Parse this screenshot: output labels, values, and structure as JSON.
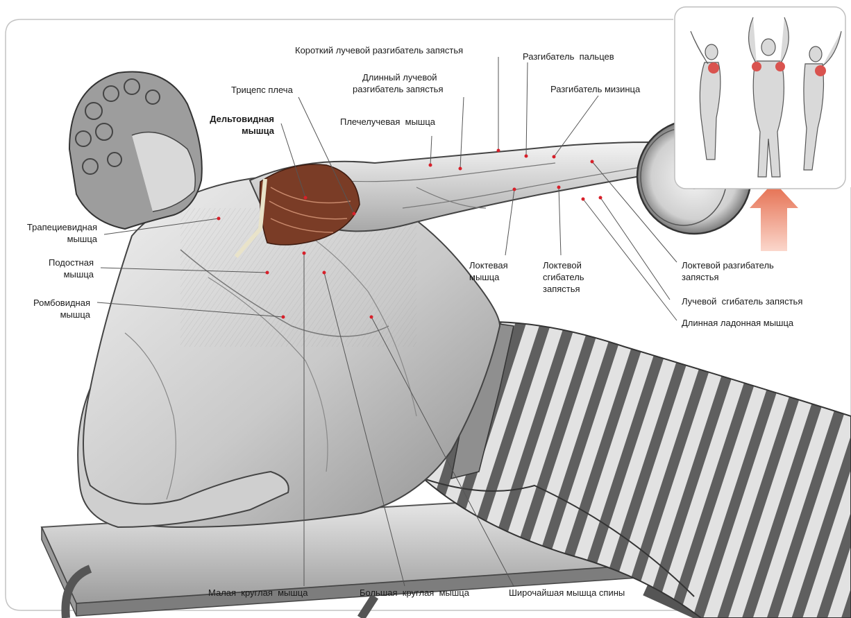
{
  "labels": {
    "deltoid": [
      "Дельтовидная",
      "мышца"
    ],
    "triceps": [
      "Трицепс плеча"
    ],
    "ecrb": [
      "Короткий лучевой разгибатель запястья"
    ],
    "ecrl": [
      "Длинный лучевой",
      "разгибатель запястья"
    ],
    "brachioradialis": [
      "Плечелучевая  мышца"
    ],
    "ext_digitorum": [
      "Разгибатель  пальцев"
    ],
    "ext_digiti_minimi": [
      "Разгибатель мизинца"
    ],
    "trapezius": [
      "Трапециевидная",
      "мышца"
    ],
    "infraspinatus": [
      "Подостная",
      "мышца"
    ],
    "rhomboid": [
      "Ромбовидная",
      "мышца"
    ],
    "anconeus": [
      "Локтевая",
      "мышца"
    ],
    "fcu": [
      "Локтевой",
      "сгибатель",
      "запястья"
    ],
    "ecu": [
      "Локтевой разгибатель",
      "запястья"
    ],
    "fcr": [
      "Лучевой  сгибатель запястья"
    ],
    "palmaris_longus": [
      "Длинная ладонная мышца"
    ],
    "teres_minor": [
      "Малая  круглая  мышца"
    ],
    "teres_major": [
      "Большая  круглая  мышца"
    ],
    "lat_dorsi": [
      "Широчайшая мышца спины"
    ]
  },
  "colors": {
    "skin_light": "#e9e9e9",
    "skin_mid": "#b8b8b8",
    "skin_dark": "#6e6e6e",
    "deltoid": "#7a3c26",
    "highlight": "#d9534f",
    "arrow": "#e46a4a",
    "pointer": "#555555",
    "dot": "#d7202a"
  }
}
